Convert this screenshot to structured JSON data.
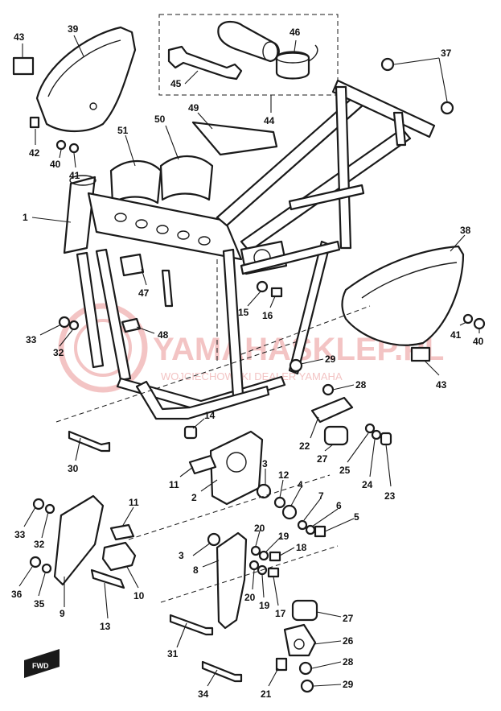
{
  "watermark": {
    "brand": "YAMAHASKLEP.PL",
    "subtitle": "WOJCIECHOWSKI DEALER YAMAHA",
    "color": "#f3c4c4"
  },
  "front_badge": "FWD",
  "callouts": {
    "c1": "1",
    "c2": "2",
    "c3a": "3",
    "c3b": "3",
    "c4": "4",
    "c5": "5",
    "c6": "6",
    "c7": "7",
    "c8": "8",
    "c9": "9",
    "c10": "10",
    "c11a": "11",
    "c11b": "11",
    "c12": "12",
    "c13": "13",
    "c14": "14",
    "c15": "15",
    "c16": "16",
    "c17": "17",
    "c18": "18",
    "c19a": "19",
    "c19b": "19",
    "c20a": "20",
    "c20b": "20",
    "c21": "21",
    "c22": "22",
    "c23": "23",
    "c24": "24",
    "c25": "25",
    "c26": "26",
    "c27a": "27",
    "c27b": "27",
    "c28a": "28",
    "c28b": "28",
    "c29a": "29",
    "c29b": "29",
    "c30": "30",
    "c31": "31",
    "c32a": "32",
    "c32b": "32",
    "c33a": "33",
    "c33b": "33",
    "c34": "34",
    "c35": "35",
    "c36": "36",
    "c37": "37",
    "c38": "38",
    "c39": "39",
    "c40a": "40",
    "c40b": "40",
    "c41a": "41",
    "c41b": "41",
    "c42": "42",
    "c43a": "43",
    "c43b": "43",
    "c44": "44",
    "c45": "45",
    "c46": "46",
    "c47": "47",
    "c48": "48",
    "c49": "49",
    "c50": "50",
    "c51": "51"
  }
}
